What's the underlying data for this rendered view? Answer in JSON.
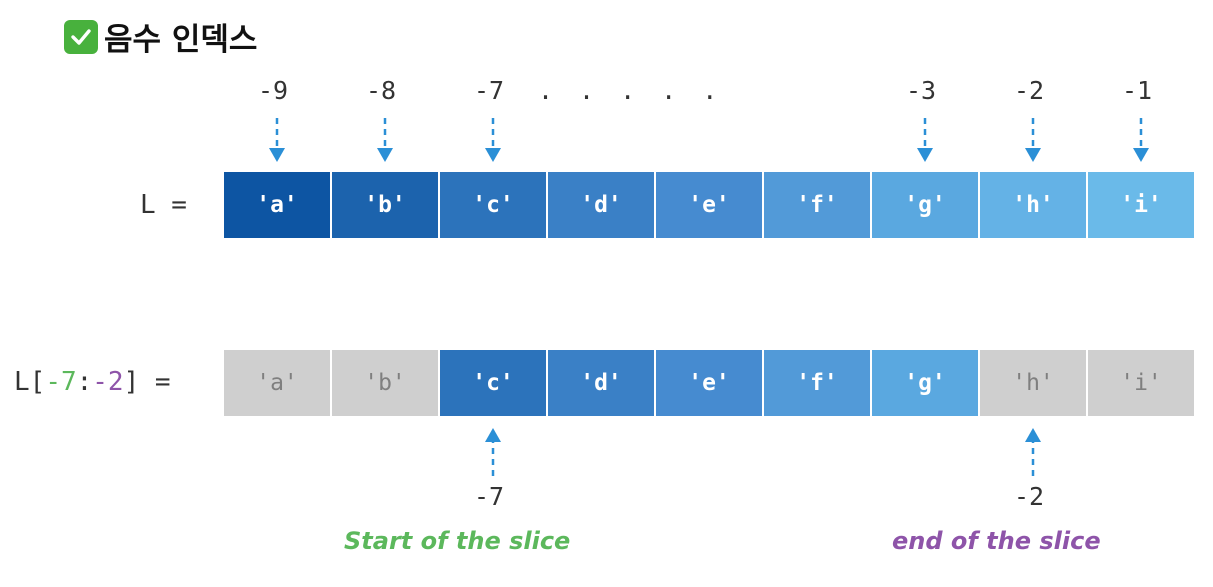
{
  "header": {
    "icon": "check-mark-icon",
    "title": "음수 인덱스"
  },
  "top_indices": [
    {
      "label": "-9",
      "cell": 0
    },
    {
      "label": "-8",
      "cell": 1
    },
    {
      "label": "-7",
      "cell": 2
    },
    {
      "label": "-3",
      "cell": 6
    },
    {
      "label": "-2",
      "cell": 7
    },
    {
      "label": "-1",
      "cell": 8
    }
  ],
  "ellipsis": ".....",
  "list_row": {
    "label": "L =",
    "cells": [
      "'a'",
      "'b'",
      "'c'",
      "'d'",
      "'e'",
      "'f'",
      "'g'",
      "'h'",
      "'i'"
    ],
    "colors": [
      "#0d55a3",
      "#1c63ad",
      "#2c73bb",
      "#3a80c6",
      "#468bd0",
      "#529ad8",
      "#5aa8e0",
      "#64b2e6",
      "#6abae9"
    ]
  },
  "slice_row": {
    "label_prefix": "L[",
    "label_start": "-7",
    "label_sep": ":",
    "label_end": "-2",
    "label_suffix": "] =",
    "cells": [
      "'a'",
      "'b'",
      "'c'",
      "'d'",
      "'e'",
      "'f'",
      "'g'",
      "'h'",
      "'i'"
    ],
    "selected_start": 2,
    "selected_end": 7
  },
  "bottom_indices": [
    {
      "label": "-7",
      "cell": 2
    },
    {
      "label": "-2",
      "cell": 7
    }
  ],
  "captions": {
    "start": "Start of the slice",
    "end": "end of the slice"
  },
  "colors": {
    "arrow": "#2b8fd6",
    "start_green": "#5cb85c",
    "end_purple": "#8e54a9",
    "grey_cell": "#cfcfcf",
    "check_green": "#48b13d"
  }
}
